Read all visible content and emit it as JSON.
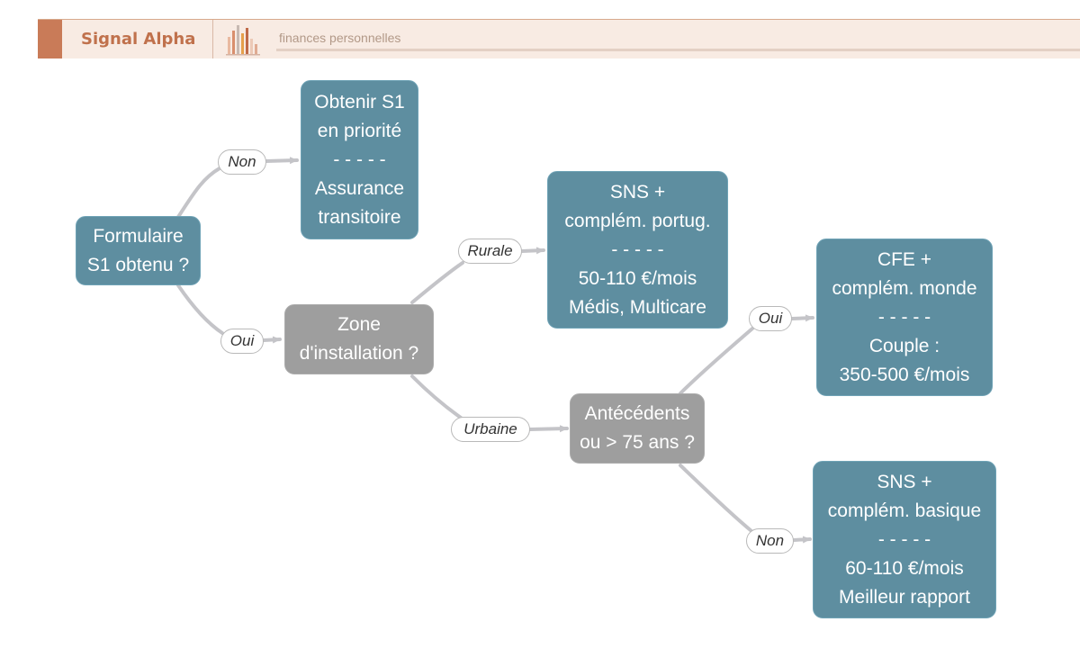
{
  "header": {
    "brand": "Signal Alpha",
    "tagline": "finances personnelles",
    "logo_icon": "bar-chart-logo-icon",
    "accent_color": "#c97b58"
  },
  "diagram": {
    "colors": {
      "result": "#5e8ea0",
      "decision": "#9e9e9e",
      "edge": "#c4c4c8"
    },
    "nodes": {
      "form_s1": {
        "lines": [
          "Formulaire",
          "S1 obtenu ?"
        ]
      },
      "get_s1": {
        "lines": [
          "Obtenir S1",
          "en priorité",
          "- - - - -",
          "Assurance",
          "transitoire"
        ]
      },
      "zone": {
        "lines": [
          "Zone",
          "d'installation ?"
        ]
      },
      "sns_portug": {
        "lines": [
          "SNS +",
          "complém. portug.",
          "- - - - -",
          "50-110 €/mois",
          "Médis, Multicare"
        ]
      },
      "antecedents": {
        "lines": [
          "Antécédents",
          "ou > 75 ans ?"
        ]
      },
      "cfe_monde": {
        "lines": [
          "CFE +",
          "complém. monde",
          "- - - - -",
          "Couple :",
          "350-500 €/mois"
        ]
      },
      "sns_basique": {
        "lines": [
          "SNS +",
          "complém. basique",
          "- - - - -",
          "60-110 €/mois",
          "Meilleur rapport"
        ]
      }
    },
    "edges": {
      "form_non": {
        "from": "form_s1",
        "to": "get_s1",
        "label": "Non"
      },
      "form_oui": {
        "from": "form_s1",
        "to": "zone",
        "label": "Oui"
      },
      "zone_rurale": {
        "from": "zone",
        "to": "sns_portug",
        "label": "Rurale"
      },
      "zone_urbaine": {
        "from": "zone",
        "to": "antecedents",
        "label": "Urbaine"
      },
      "ant_oui": {
        "from": "antecedents",
        "to": "cfe_monde",
        "label": "Oui"
      },
      "ant_non": {
        "from": "antecedents",
        "to": "sns_basique",
        "label": "Non"
      }
    }
  }
}
